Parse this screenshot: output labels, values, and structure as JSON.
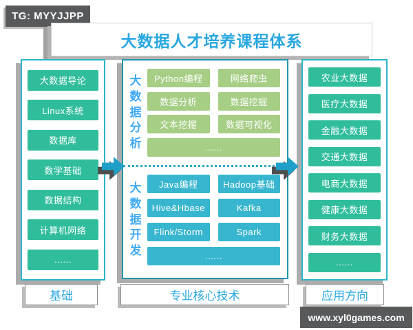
{
  "badges": {
    "top_left": "TG: MYYJJPP",
    "bottom_right": "www.xyl0games.com"
  },
  "title": "大数据人才培养课程体系",
  "columns": {
    "left": {
      "items": [
        "大数据导论",
        "Linux系统",
        "数据库",
        "数学基础",
        "数据结构",
        "计算机网络",
        "......"
      ],
      "label": "基础"
    },
    "middle": {
      "top": {
        "vertical_label": "大数据分析",
        "items": [
          "Python编程",
          "网络爬虫",
          "数据分析",
          "数据挖掘",
          "文本挖掘",
          "数据可视化",
          "......"
        ]
      },
      "bottom": {
        "vertical_label": "大数据开发",
        "items": [
          "Java编程",
          "Hadoop基础",
          "Hive&Hbase",
          "Kafka",
          "Flink/Storm",
          "Spark",
          "......"
        ]
      },
      "label": "专业核心技术"
    },
    "right": {
      "items": [
        "农业大数据",
        "医疗大数据",
        "金融大数据",
        "交通大数据",
        "电商大数据",
        "健康大数据",
        "财务大数据",
        "......"
      ],
      "label": "应用方向"
    }
  },
  "colors": {
    "title_blue": "#29A7E1",
    "vertical_label_blue": "#3FA9F5",
    "green_button": "#30BD9C",
    "light_green_button": "#A6CE85",
    "cyan_button": "#38B6CF",
    "box_border_teal": "#2CB5C8",
    "middle_box_border": "#1F96AB",
    "arrow_cyan": "#1FA0C8",
    "badge_gray": "#58595B",
    "shadow_gray": "#acacac"
  }
}
